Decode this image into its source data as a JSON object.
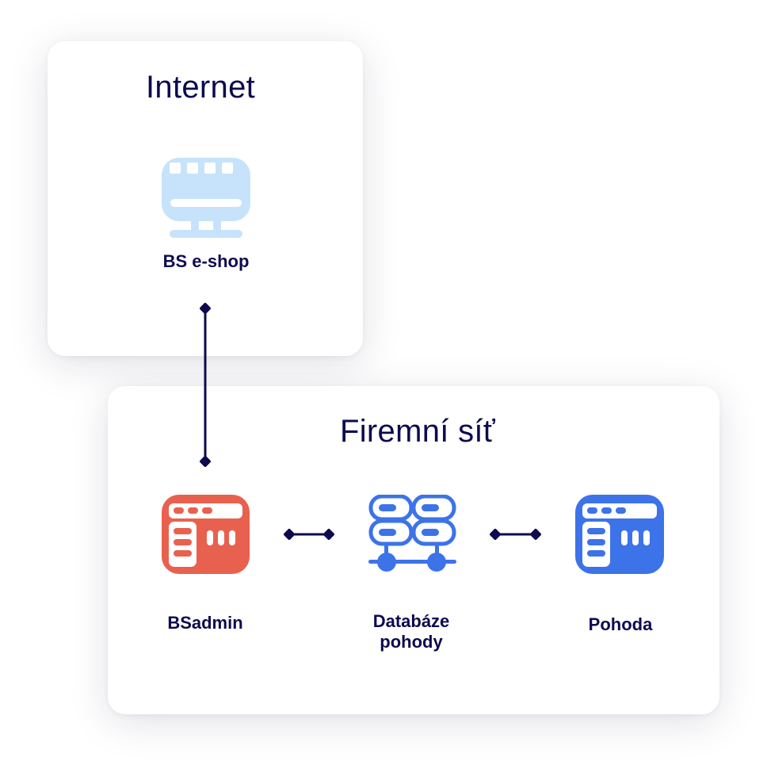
{
  "internet": {
    "title": "Internet",
    "eshop_label": "BS e-shop"
  },
  "company": {
    "title": "Firemní síť",
    "bsadmin_label": "BSadmin",
    "db_label_line1": "Databáze",
    "db_label_line2": "pohody",
    "pohoda_label": "Pohoda"
  },
  "icons": {
    "eshop": "monitor-shop-icon",
    "bsadmin": "app-window-icon",
    "database": "database-server-icon",
    "pohoda": "app-window-icon"
  },
  "colors": {
    "text": "#0d0a4f",
    "eshop": "#c7e3fb",
    "bsadmin": "#e8614f",
    "database": "#3d73e8",
    "pohoda": "#3d73e8",
    "connector": "#0d0a4f"
  }
}
